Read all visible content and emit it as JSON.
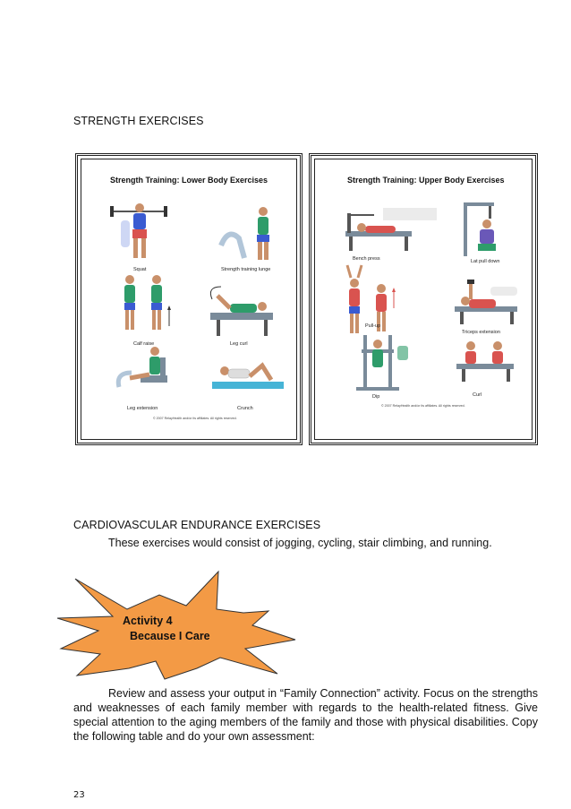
{
  "strength_heading": "STRENGTH EXERCISES",
  "lower_panel": {
    "title": "Strength Training: Lower Body Exercises",
    "captions": [
      "Squat",
      "Strength training lunge",
      "Calf raise",
      "Leg curl",
      "Leg extension",
      "Crunch"
    ],
    "copyright": "© 2007 RelayHealth and/or its affiliates. All rights reserved."
  },
  "upper_panel": {
    "title": "Strength Training: Upper Body Exercises",
    "captions": [
      "Bench press",
      "Lat pull down",
      "Pull-up",
      "Triceps extension",
      "Dip",
      "Curl"
    ],
    "copyright": "© 2007 RelayHealth and/or its affiliates. All rights reserved."
  },
  "cardio_heading": "CARDIOVASCULAR ENDURANCE EXERCISES",
  "cardio_text": "These exercises would consist of jogging, cycling, stair climbing, and running.",
  "activity": {
    "line1": "Activity 4",
    "line2": "Because I Care",
    "star_fill": "#f39a45"
  },
  "instruction_text": "Review and assess your output in “Family Connection” activity. Focus on the strengths and weaknesses of each family member with regards to the health-related fitness. Give special attention to the aging members of the family and those with physical disabilities. Copy the following table and do your own assessment:",
  "page_number": "23"
}
